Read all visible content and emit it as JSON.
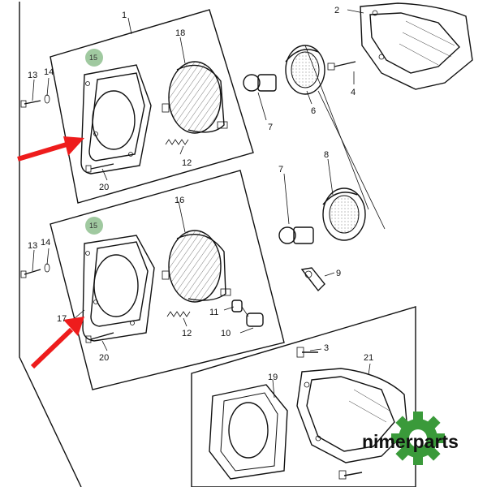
{
  "callouts": {
    "c1": "1",
    "c2": "2",
    "c3": "3",
    "c4": "4",
    "c6": "6",
    "c7a": "7",
    "c7b": "7",
    "c8": "8",
    "c9": "9",
    "c10": "10",
    "c11": "11",
    "c12a": "12",
    "c12b": "12",
    "c13a": "13",
    "c13b": "13",
    "c14a": "14",
    "c14b": "14",
    "c15a": "15",
    "c15b": "15",
    "c16": "16",
    "c17": "17",
    "c18": "18",
    "c19": "19",
    "c20a": "20",
    "c20b": "20",
    "c21": "21"
  },
  "highlight_color": "#8fbf8f",
  "arrow_color": "#ee1c1c",
  "logo": {
    "text": "nimerparts",
    "gear_color": "#3a9a3a",
    "icon": "gear-logo-icon"
  }
}
